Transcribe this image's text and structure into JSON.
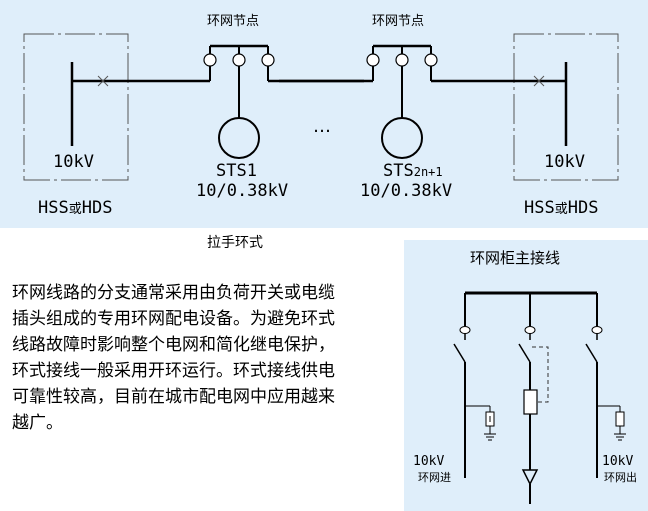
{
  "top_diagram": {
    "node_label_left": "环网节点",
    "node_label_right": "环网节点",
    "ellipsis": "…",
    "left_station": {
      "voltage": "10kV",
      "name_a": "HSS",
      "name_or": "或",
      "name_b": "HDS"
    },
    "right_station": {
      "voltage": "10kV",
      "name_a": "HSS",
      "name_or": "或",
      "name_b": "HDS"
    },
    "sts_left": {
      "name": "STS1",
      "rating": "10/0.38kV"
    },
    "sts_right": {
      "name": "STS",
      "name_sub": "2n+1",
      "rating": "10/0.38kV"
    },
    "caption": "拉手环式"
  },
  "description_lines": [
    "环网线路的分支通常采用由负荷开关或电缆",
    "插头组成的专用环网配电设备。为避免环式",
    "线路故障时影响整个电网和简化继电保护，",
    "环式接线一般采用开环运行。环式接线供电",
    "可靠性较高，目前在城市配电网中应用越来",
    "越广。"
  ],
  "bottom_diagram": {
    "title": "环网柜主接线",
    "left_feeder": {
      "voltage": "10kV",
      "label": "环网进"
    },
    "right_feeder": {
      "voltage": "10kV",
      "label": "环网出"
    }
  },
  "colors": {
    "panel_bg": "#dfeefa",
    "line": "#000000"
  }
}
